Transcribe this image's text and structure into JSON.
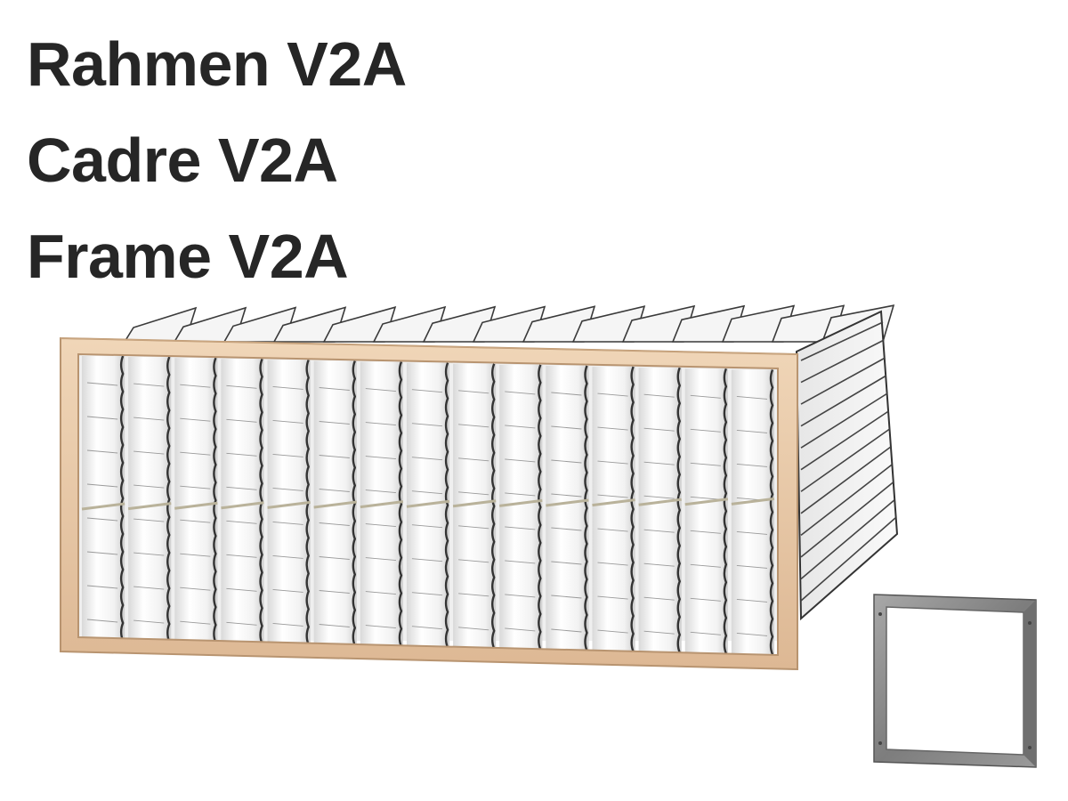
{
  "title_lines": {
    "de": "Rahmen V2A",
    "fr": "Cadre V2A",
    "en": "Frame V2A"
  },
  "colors": {
    "text": "#262626",
    "wood_frame": "#e8c9a8",
    "filter_media": "#f4f4f4",
    "seam": "#3a3a3a",
    "steel_frame": "#8a8a8a"
  },
  "images": {
    "main": "bag-filter-wood-frame",
    "inset": "stainless-steel-frame"
  }
}
